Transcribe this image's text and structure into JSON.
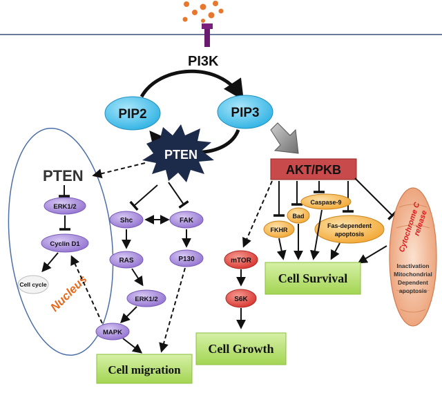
{
  "labels": {
    "pi3k": "PI3K",
    "pip2": "PIP2",
    "pip3": "PIP3",
    "pten_center": "PTEN",
    "pten_nucleus": "PTEN",
    "akt": "AKT/PKB",
    "nucleus": "Nucleus",
    "erk_nucleus": "ERK1/2",
    "cyclin": "Cyclin D1",
    "cell_cycle": "Cell cycle",
    "shc": "Shc",
    "fak": "FAK",
    "ras": "RAS",
    "p130": "P130",
    "erk_cyto": "ERK1/2",
    "mapk": "MAPK",
    "mtor": "mTOR",
    "s6k": "S6K",
    "bad": "Bad",
    "caspase": "Caspase-9",
    "fkhr": "FKHR",
    "fas_line1": "Fas-dependent",
    "fas_line2": "apoptosis",
    "cyto_line1": "Cytochrome C",
    "cyto_line2": "release",
    "mito_line1": "Inactivation",
    "mito_line2": "Mitochondrial",
    "mito_line3": "Dependent",
    "mito_line4": "apoptosis",
    "cell_survival": "Cell Survival",
    "cell_growth": "Cell Growth",
    "cell_migration": "Cell migration"
  },
  "colors": {
    "membrane": "#3b4f78",
    "ligand": "#e8772e",
    "receptor": "#6a1a6e",
    "pip_fill": "#5bc8ee",
    "pten_star": "#1d2b4a",
    "akt_fill": "#c94a4a",
    "purple_node": "#a98fd6",
    "red_node": "#e0504a",
    "orange_node": "#f5b34c",
    "outcome_fill": "#b5e06a",
    "nucleus_stroke": "#4b6ea8",
    "nucleus_text": "#e8691c",
    "mito_fill": "#f0a47e"
  }
}
